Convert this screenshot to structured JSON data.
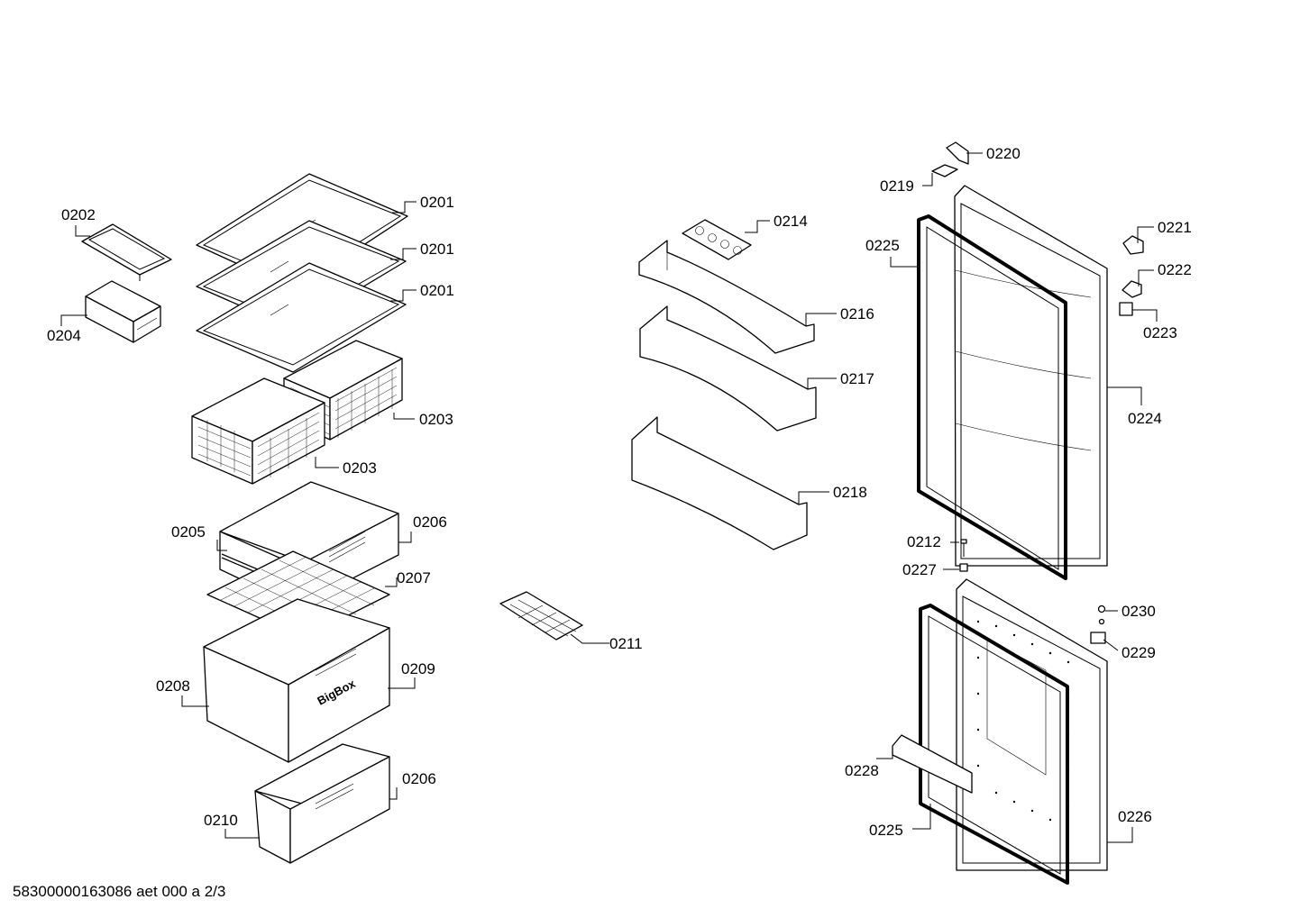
{
  "labels": {
    "l0201a": "0201",
    "l0201b": "0201",
    "l0201c": "0201",
    "l0202": "0202",
    "l0203a": "0203",
    "l0203b": "0203",
    "l0204": "0204",
    "l0205": "0205",
    "l0206a": "0206",
    "l0206b": "0206",
    "l0207": "0207",
    "l0208": "0208",
    "l0209": "0209",
    "l0210": "0210",
    "l0211": "0211",
    "l0212": "0212",
    "l0214": "0214",
    "l0216": "0216",
    "l0217": "0217",
    "l0218": "0218",
    "l0219": "0219",
    "l0220": "0220",
    "l0221": "0221",
    "l0222": "0222",
    "l0223": "0223",
    "l0224": "0224",
    "l0225a": "0225",
    "l0225b": "0225",
    "l0226": "0226",
    "l0227": "0227",
    "l0228": "0228",
    "l0229": "0229",
    "l0230": "0230"
  },
  "bigbox_text": "BigBox",
  "footer": "58300000163086 aet 000 a 2/3"
}
